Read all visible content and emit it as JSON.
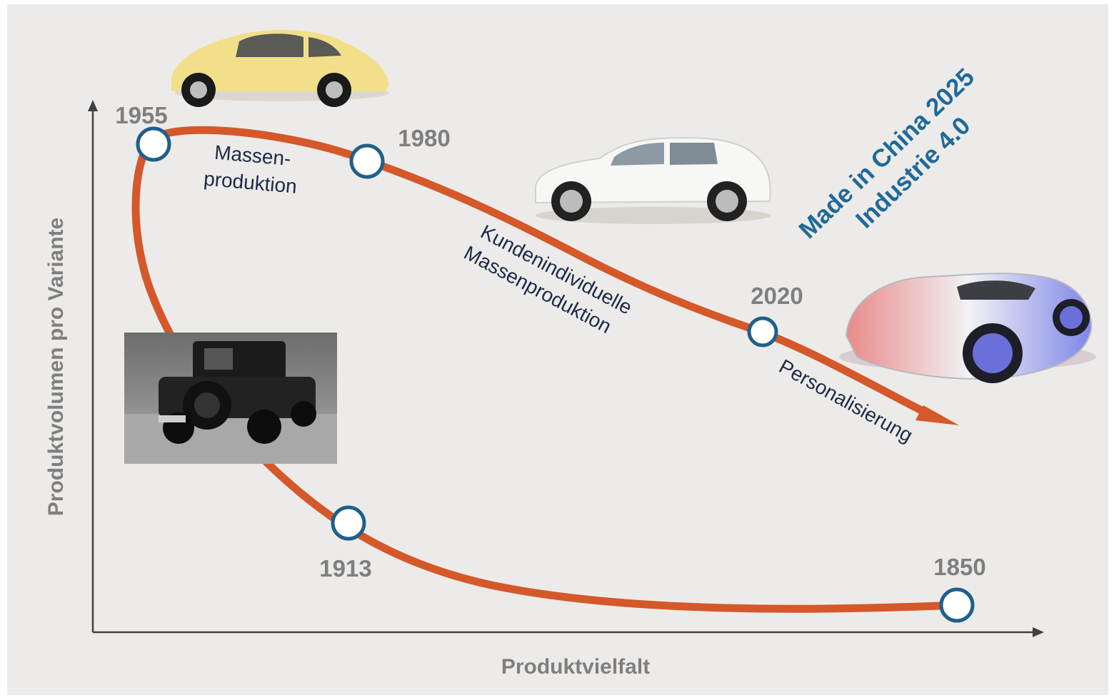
{
  "axes": {
    "x_label": "Produktvielfalt",
    "y_label": "Produktvolumen pro Variante"
  },
  "milestones": {
    "y1850": "1850",
    "y1913": "1913",
    "y1955": "1955",
    "y1980": "1980",
    "y2020": "2020"
  },
  "phases": {
    "mass_line1": "Massen-",
    "mass_line2": "produktion",
    "custom_line1": "Kundenindividuelle",
    "custom_line2": "Massenproduktion",
    "personal": "Personalisierung"
  },
  "initiatives": {
    "line1": "Made in China 2025",
    "line2": "Industrie 4.0"
  },
  "car_images": {
    "vintage": "vintage-black-sedan",
    "beetle": "yellow-beetle-car",
    "suv": "white-suv",
    "concept": "futuristic-concept-car"
  },
  "colors": {
    "curve": "#d4582a",
    "node_ring": "#1f5f8b",
    "year_text": "#7f7f7f",
    "initiative_text": "#1f6a99",
    "axis": "#404040",
    "phase_text": "#1c2a48"
  }
}
